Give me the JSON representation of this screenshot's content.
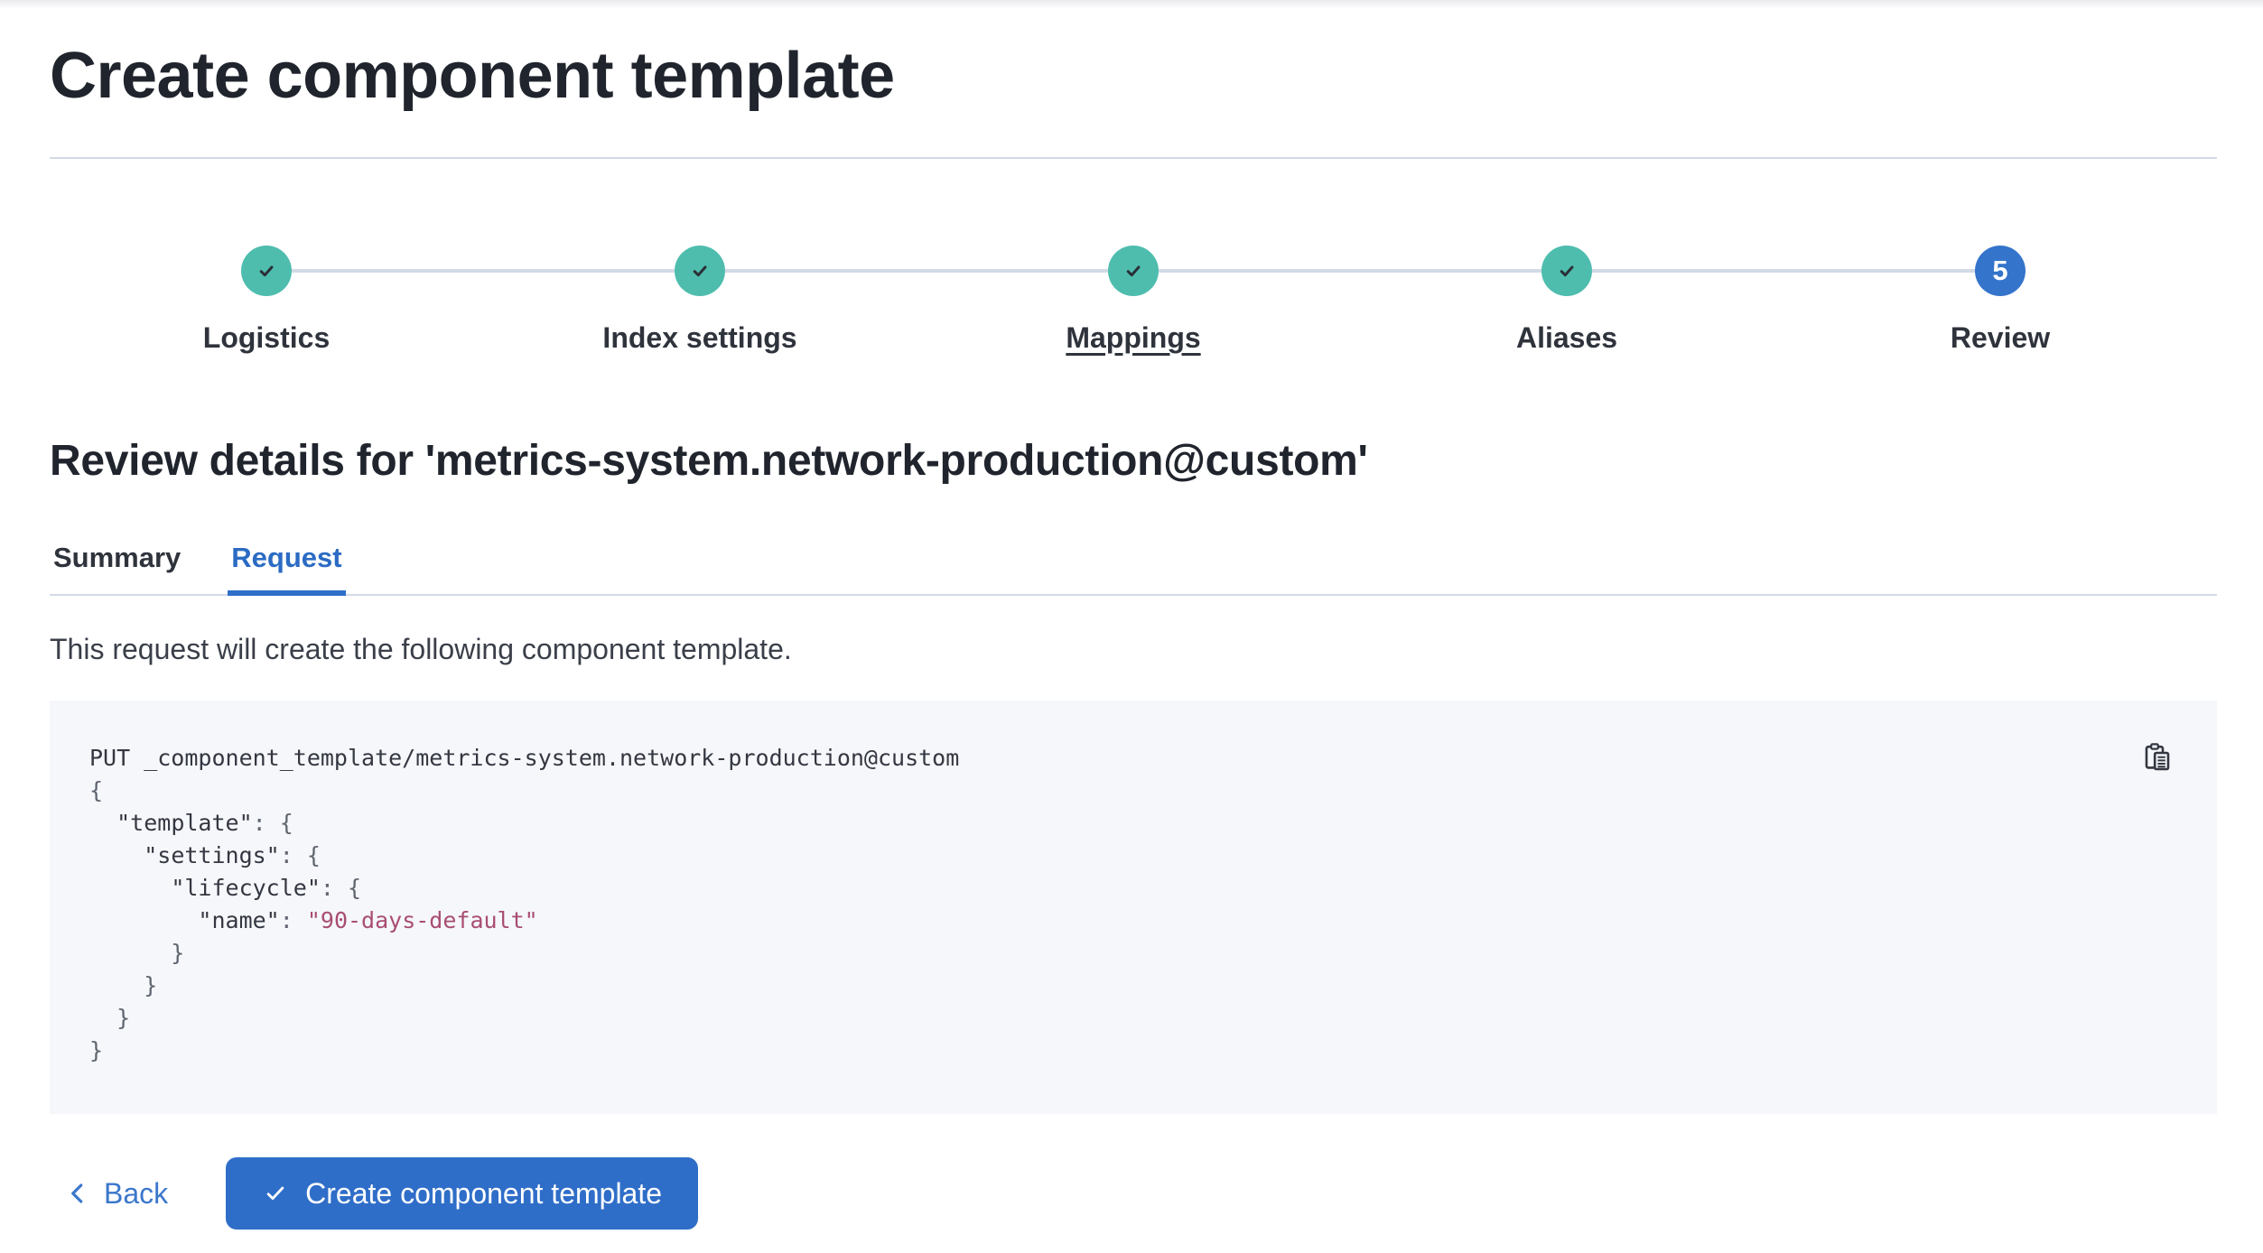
{
  "page": {
    "title": "Create component template"
  },
  "stepper": {
    "steps": [
      {
        "label": "Logistics",
        "status": "complete"
      },
      {
        "label": "Index settings",
        "status": "complete"
      },
      {
        "label": "Mappings",
        "status": "complete",
        "underlined": true
      },
      {
        "label": "Aliases",
        "status": "complete"
      },
      {
        "label": "Review",
        "status": "current",
        "number": "5"
      }
    ]
  },
  "review": {
    "heading": "Review details for 'metrics-system.network-production@custom'",
    "tabs": [
      {
        "label": "Summary",
        "active": false
      },
      {
        "label": "Request",
        "active": true
      }
    ],
    "description": "This request will create the following component template."
  },
  "code_block": {
    "copy_icon": "copy-clipboard-icon",
    "lines": [
      [
        {
          "text": "PUT _component_template/metrics-system.network-production@custom",
          "type": "plain"
        }
      ],
      [
        {
          "text": "{",
          "type": "punc"
        }
      ],
      [
        {
          "text": "  ",
          "type": "plain"
        },
        {
          "text": "\"template\"",
          "type": "key"
        },
        {
          "text": ": {",
          "type": "punc"
        }
      ],
      [
        {
          "text": "    ",
          "type": "plain"
        },
        {
          "text": "\"settings\"",
          "type": "key"
        },
        {
          "text": ": {",
          "type": "punc"
        }
      ],
      [
        {
          "text": "      ",
          "type": "plain"
        },
        {
          "text": "\"lifecycle\"",
          "type": "key"
        },
        {
          "text": ": {",
          "type": "punc"
        }
      ],
      [
        {
          "text": "        ",
          "type": "plain"
        },
        {
          "text": "\"name\"",
          "type": "key"
        },
        {
          "text": ": ",
          "type": "punc"
        },
        {
          "text": "\"90-days-default\"",
          "type": "string"
        }
      ],
      [
        {
          "text": "      }",
          "type": "punc"
        }
      ],
      [
        {
          "text": "    }",
          "type": "punc"
        }
      ],
      [
        {
          "text": "  }",
          "type": "punc"
        }
      ],
      [
        {
          "text": "}",
          "type": "punc"
        }
      ]
    ]
  },
  "footer": {
    "back_label": "Back",
    "submit_label": "Create component template"
  },
  "colors": {
    "step_complete": "#4ebdae",
    "step_current": "#3474cb",
    "tab_active": "#2b6bc4",
    "tab_underline": "#2e6fc9",
    "button_primary": "#2f6ec8",
    "back_link": "#3b77cb",
    "divider": "#d3dae6",
    "code_background": "#f5f7fa",
    "code_string": "#a94d73",
    "code_punctuation": "#5f6570",
    "text_dark": "#343741"
  }
}
